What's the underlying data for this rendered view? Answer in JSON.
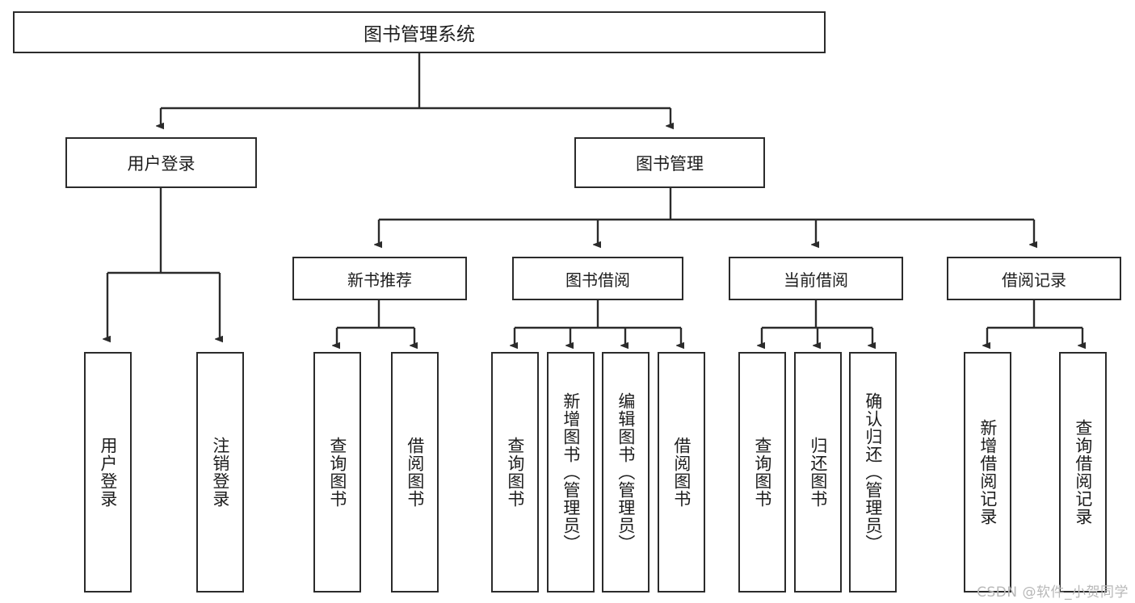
{
  "diagram": {
    "title": "图书管理系统",
    "type": "tree-hierarchy-diagram",
    "colors": {
      "box_border": "#2b2b2b",
      "box_fill": "#ffffff",
      "edge": "#2b2b2b",
      "text": "#1d1d1d",
      "watermark": "#b8b8b8"
    },
    "root": {
      "label": "图书管理系统"
    },
    "level1": [
      {
        "label": "用户登录"
      },
      {
        "label": "图书管理"
      }
    ],
    "level2": [
      {
        "label": "新书推荐"
      },
      {
        "label": "图书借阅"
      },
      {
        "label": "当前借阅"
      },
      {
        "label": "借阅记录"
      }
    ],
    "leaves": {
      "user_login": [
        {
          "label": "用户登录"
        },
        {
          "label": "注销登录"
        }
      ],
      "new_book_recommend": [
        {
          "label": "查询图书"
        },
        {
          "label": "借阅图书"
        }
      ],
      "book_borrow": [
        {
          "label": "查询图书"
        },
        {
          "label": "新增图书（管理员）"
        },
        {
          "label": "编辑图书（管理员）"
        },
        {
          "label": "借阅图书"
        }
      ],
      "current_borrow": [
        {
          "label": "查询图书"
        },
        {
          "label": "归还图书"
        },
        {
          "label": "确认归还（管理员）"
        }
      ],
      "borrow_record": [
        {
          "label": "新增借阅记录"
        },
        {
          "label": "查询借阅记录"
        }
      ]
    }
  },
  "watermark": {
    "text": "CSDN @软件_小贺同学"
  }
}
